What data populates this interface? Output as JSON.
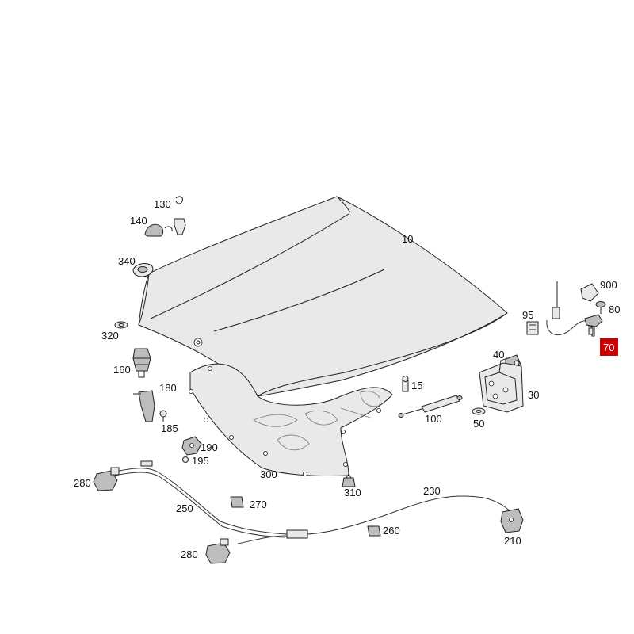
{
  "highlight_color": "#cc0000",
  "callouts": {
    "p10": "10",
    "p15": "15",
    "p30": "30",
    "p40": "40",
    "p50": "50",
    "p70": "70",
    "p80": "80",
    "p95": "95",
    "p100": "100",
    "p130": "130",
    "p140": "140",
    "p160": "160",
    "p180": "180",
    "p185": "185",
    "p190": "190",
    "p195": "195",
    "p210": "210",
    "p230": "230",
    "p250": "250",
    "p260": "260",
    "p270": "270",
    "p280a": "280",
    "p280b": "280",
    "p300": "300",
    "p310": "310",
    "p320": "320",
    "p340": "340",
    "p900": "900"
  }
}
